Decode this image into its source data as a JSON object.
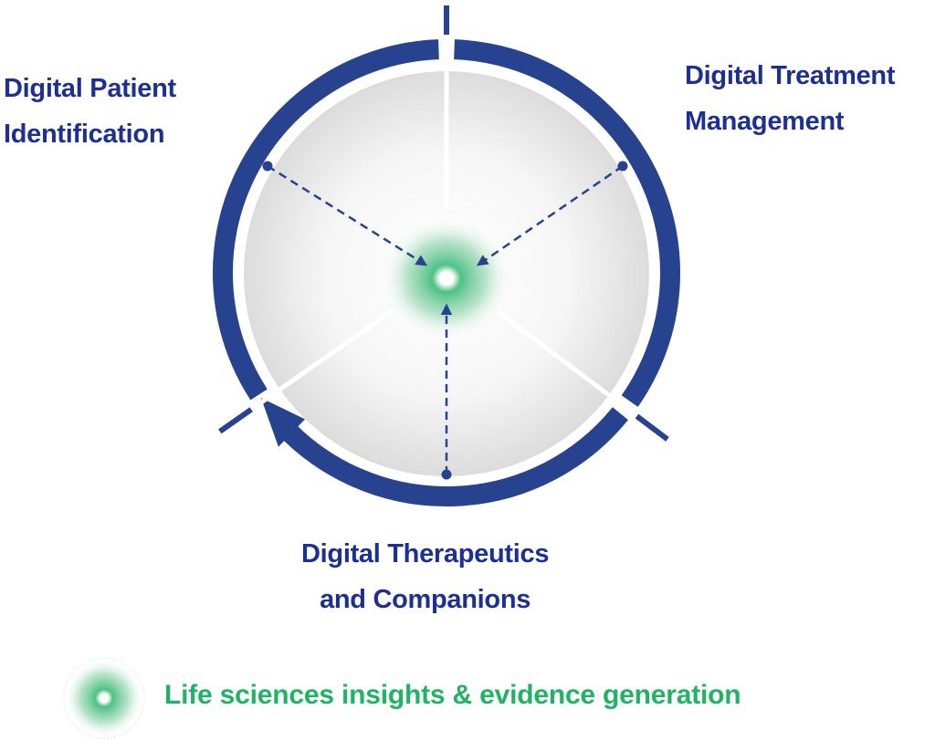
{
  "diagram": {
    "segments": [
      {
        "label_lines": [
          "Digital Patient",
          "Identification"
        ]
      },
      {
        "label_lines": [
          "Digital Treatment",
          "Management"
        ]
      },
      {
        "label_lines": [
          "Digital Therapeutics",
          "and Companions"
        ]
      }
    ],
    "legend": {
      "label": "Life sciences insights & evidence generation"
    },
    "colors": {
      "ring": "#27428f",
      "label": "#1c2f93",
      "insight": "#1fb463"
    }
  }
}
